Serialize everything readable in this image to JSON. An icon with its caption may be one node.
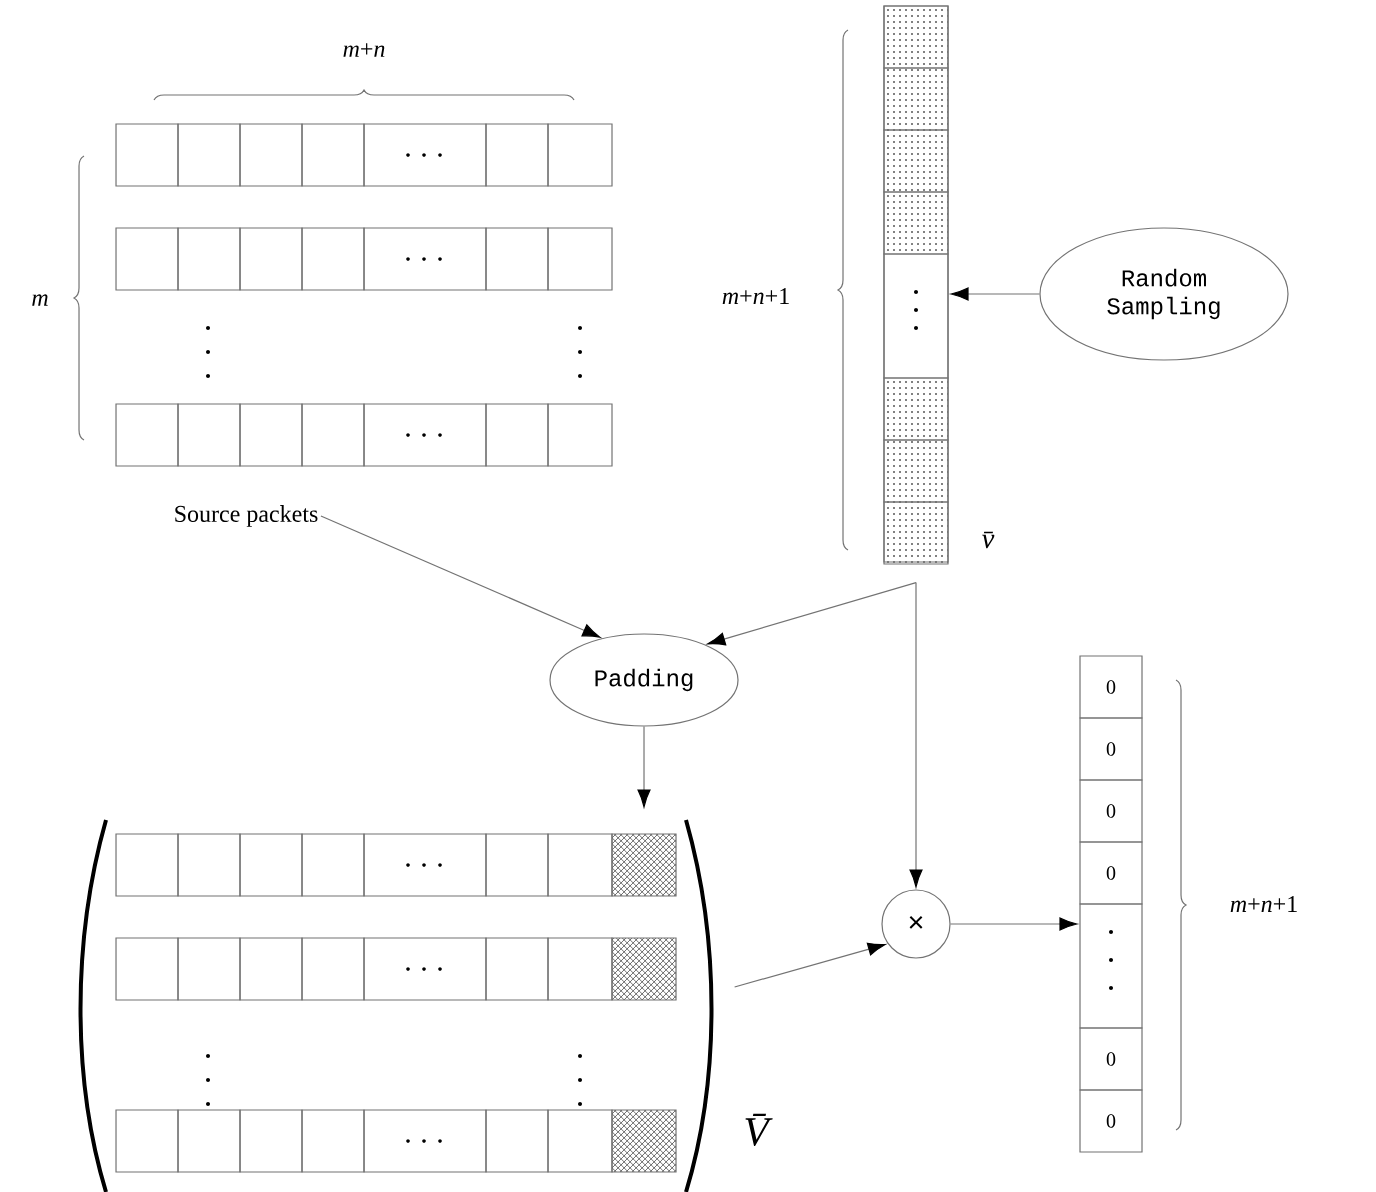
{
  "diagram": {
    "nodes": [
      {
        "text": [
          "Source packets"
        ]
      },
      {
        "text": [],
        "shape": "bar",
        "beside": [
          "v̄"
        ]
      },
      {
        "text": [
          "Random Sampling"
        ]
      },
      {
        "text": [
          "Padding"
        ]
      },
      {
        "text": [],
        "shape": "box",
        "beside": [
          "V̄"
        ]
      },
      {
        "text": [
          "×"
        ]
      },
      {
        "text": [
          "0",
          "0",
          "0",
          "0",
          "0",
          "0"
        ]
      }
    ],
    "edges": [
      {
        "from": 0,
        "to": 3,
        "arrow": "to"
      },
      {
        "from": 1,
        "to": 3,
        "arrow": "to"
      },
      {
        "from": 2,
        "to": 1,
        "arrow": "to"
      },
      {
        "from": 3,
        "to": 4,
        "arrow": "to"
      },
      {
        "from": 1,
        "to": 5,
        "arrow": "to"
      },
      {
        "from": 4,
        "to": 5,
        "arrow": "to"
      },
      {
        "from": 5,
        "to": 6,
        "arrow": "to"
      }
    ],
    "labels": [
      "*m*+*n*",
      "*m*",
      "*m*+*n*+1",
      "*m*+*n*+1"
    ]
  }
}
